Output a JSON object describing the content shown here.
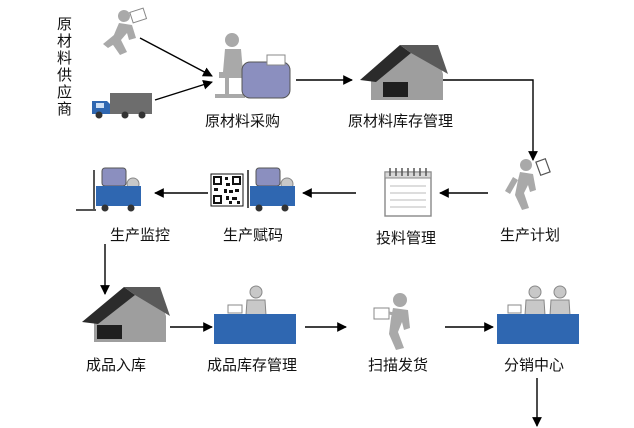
{
  "supplier_label": "原材料供应商",
  "nodes": {
    "purchase": "原材料采购",
    "raw_inventory": "原材料库存管理",
    "production_plan": "生产计划",
    "feeding": "投料管理",
    "coding": "生产赋码",
    "monitoring": "生产监控",
    "warehousing": "成品入库",
    "product_inventory": "成品库存管理",
    "scan_ship": "扫描发货",
    "distribution": "分销中心"
  }
}
